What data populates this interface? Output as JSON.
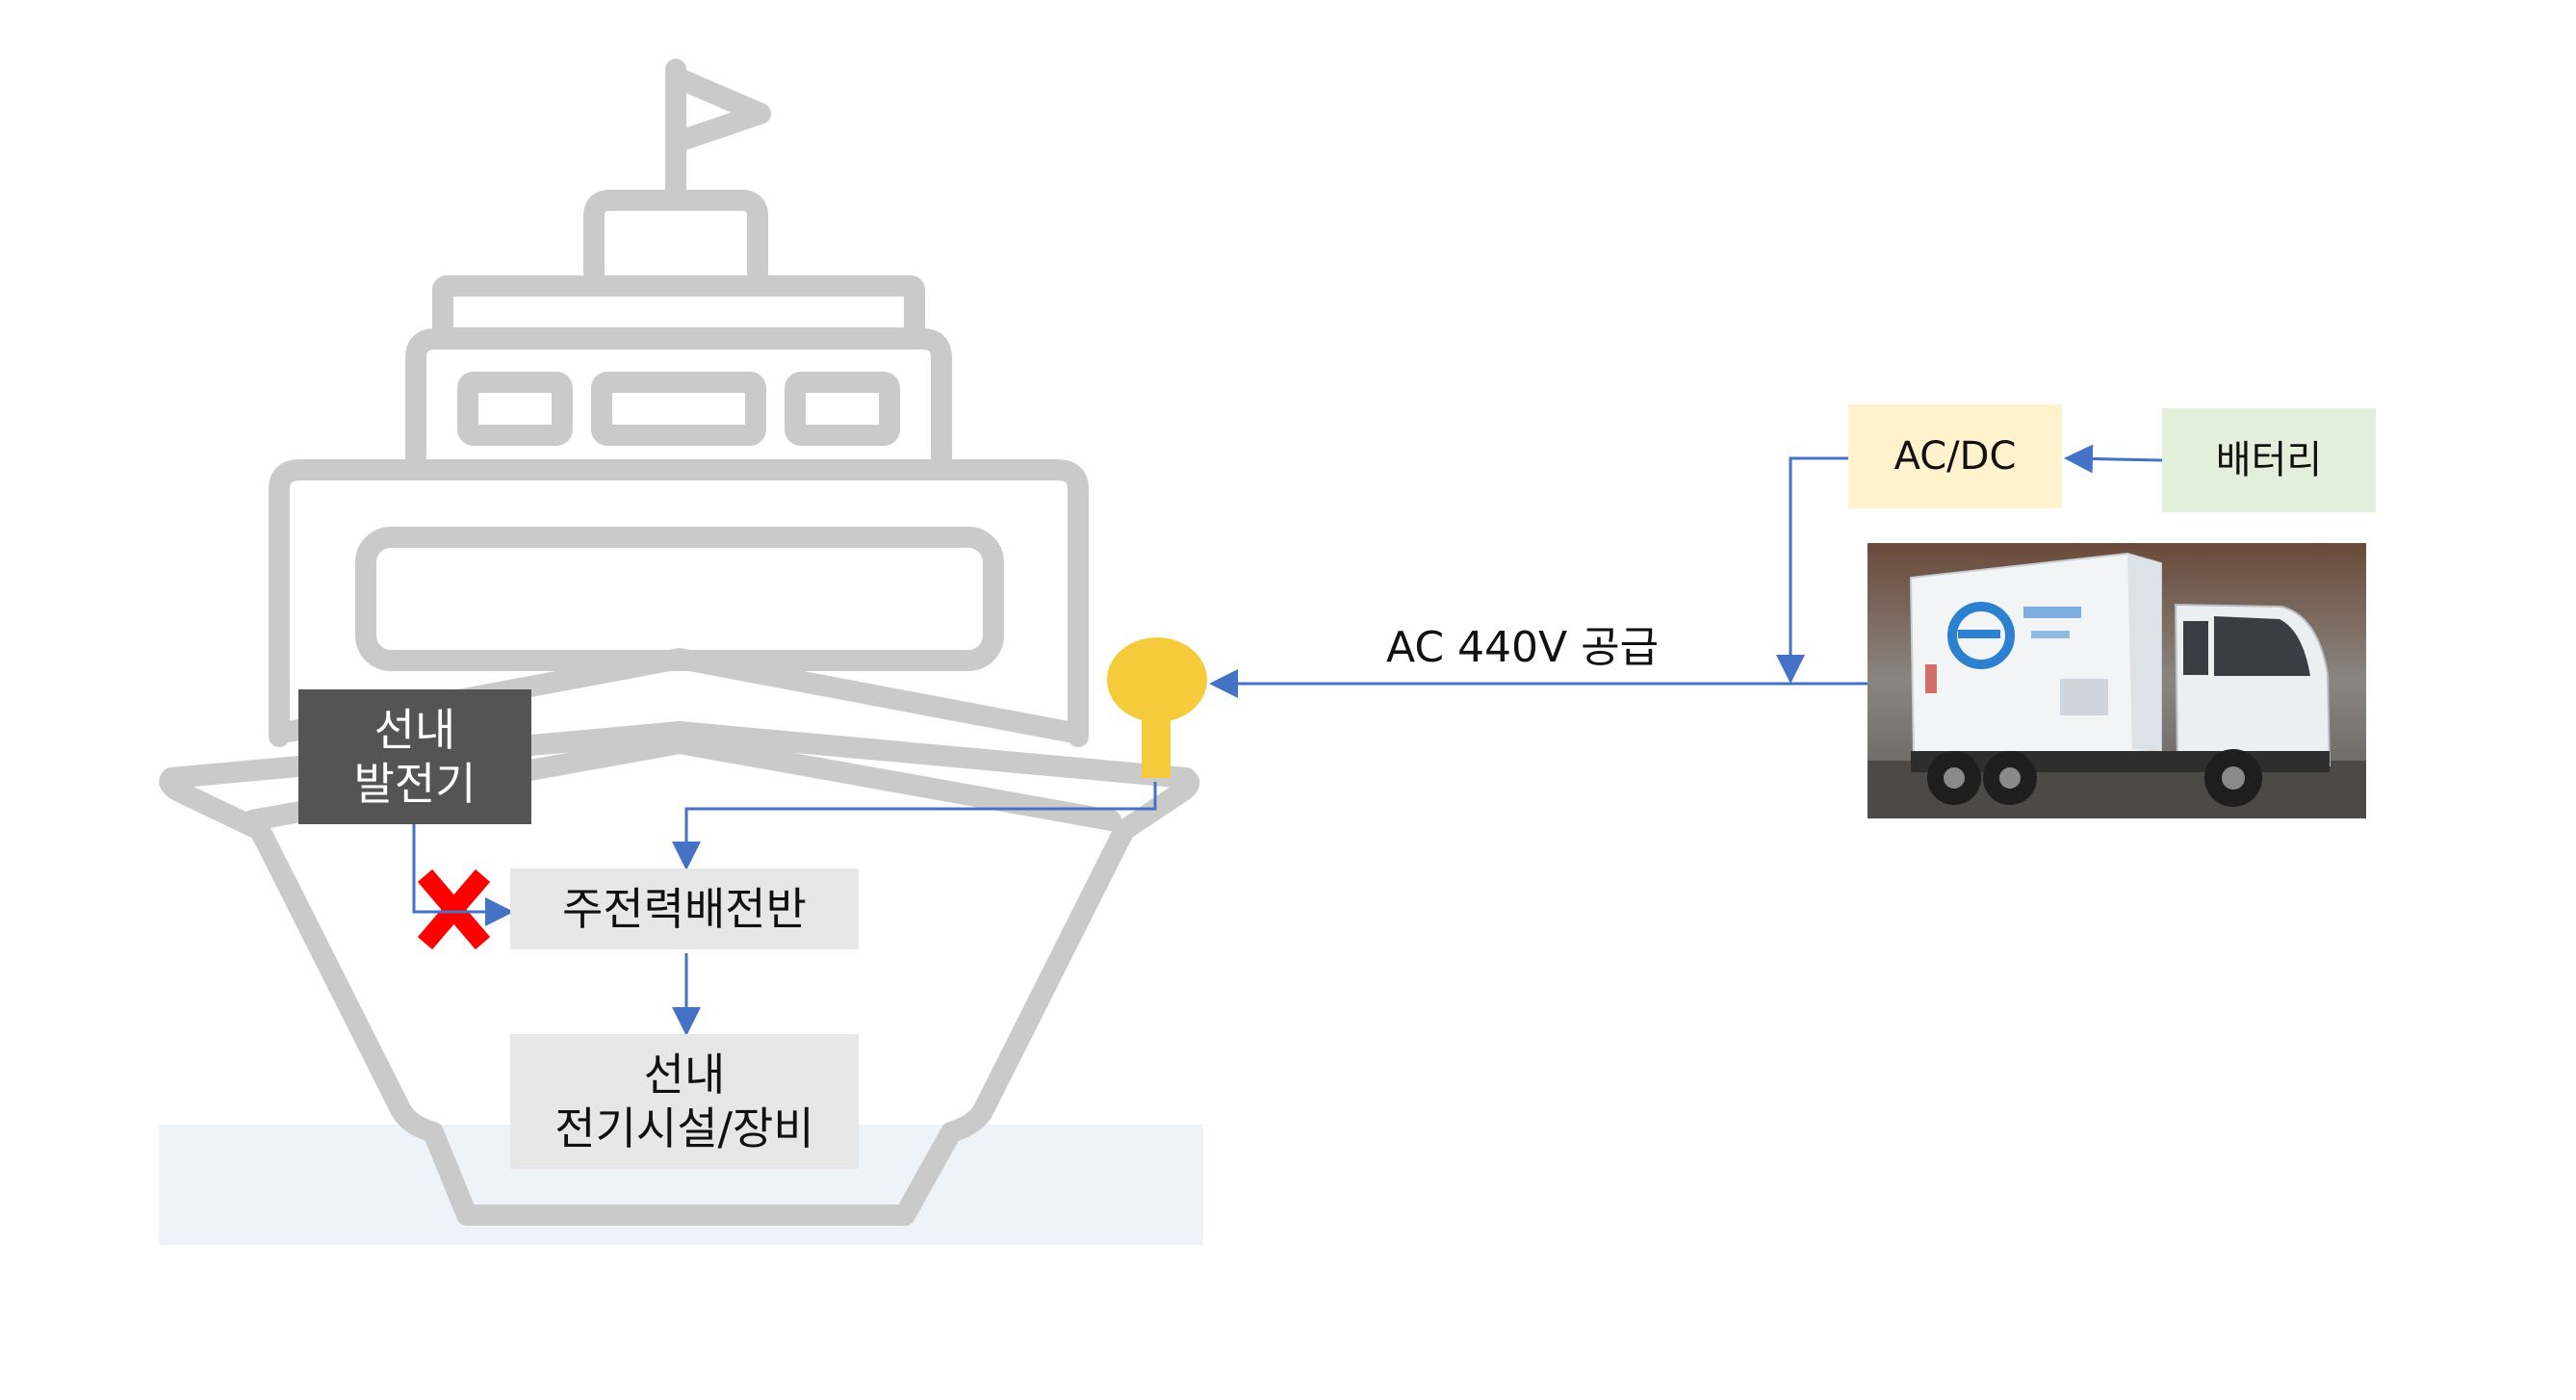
{
  "ship": {
    "generator_line1": "선내",
    "generator_line2": "발전기",
    "main_switchboard": "주전력배전반",
    "onboard_line1": "선내",
    "onboard_line2": "전기시설/장비"
  },
  "supply": {
    "acdc": "AC/DC",
    "battery": "배터리",
    "ac_label": "AC 440V 공급"
  },
  "colors": {
    "ship_outline": "#cacaca",
    "water": "#eef2f9",
    "arrow": "#4472c4",
    "plug": "#f5cb3c",
    "cross": "#ff0000",
    "generator_box": "#545454",
    "switchboard_box": "#e7e7e7",
    "acdc_box": "#fff2cc",
    "battery_box": "#e2efda"
  },
  "icons": {
    "ship": "ship-icon",
    "plug": "shore-plug-icon",
    "cross": "disconnect-x-icon",
    "truck": "mobile-power-truck-icon"
  }
}
